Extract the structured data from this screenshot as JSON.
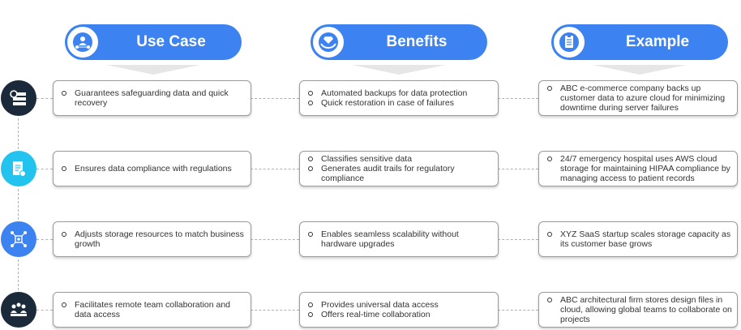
{
  "columns": [
    {
      "title": "Use Case",
      "icon": "network-user-icon"
    },
    {
      "title": "Benefits",
      "icon": "hand-gem-icon"
    },
    {
      "title": "Example",
      "icon": "clipboard-list-icon"
    }
  ],
  "rows": [
    {
      "icon": "data-server-icon",
      "icon_color": "#1b2a3a",
      "use_case": [
        "Guarantees safeguarding data and quick recovery"
      ],
      "benefits": [
        "Automated backups for data protection",
        "Quick restoration in case of failures"
      ],
      "example": [
        "ABC e-commerce company backs up customer data to azure cloud for minimizing downtime during server failures"
      ]
    },
    {
      "icon": "compliance-document-icon",
      "icon_color": "#22c4ef",
      "use_case": [
        "Ensures data compliance with regulations"
      ],
      "benefits": [
        "Classifies sensitive data",
        "Generates audit trails for regulatory compliance"
      ],
      "example": [
        "24/7 emergency hospital uses AWS cloud storage for maintaining HIPAA compliance by managing access to patient records"
      ]
    },
    {
      "icon": "scalability-network-icon",
      "icon_color": "#3c82f0",
      "use_case": [
        "Adjusts storage resources to match business growth"
      ],
      "benefits": [
        "Enables seamless scalability without hardware upgrades"
      ],
      "example": [
        "XYZ  SaaS startup scales storage capacity as its customer base grows"
      ]
    },
    {
      "icon": "team-collaboration-icon",
      "icon_color": "#1b2a3a",
      "use_case": [
        "Facilitates remote team collaboration and data access"
      ],
      "benefits": [
        "Provides universal data access",
        "Offers real-time collaboration"
      ],
      "example": [
        "ABC architectural firm stores design files in cloud, allowing global teams to collaborate on projects"
      ]
    }
  ]
}
